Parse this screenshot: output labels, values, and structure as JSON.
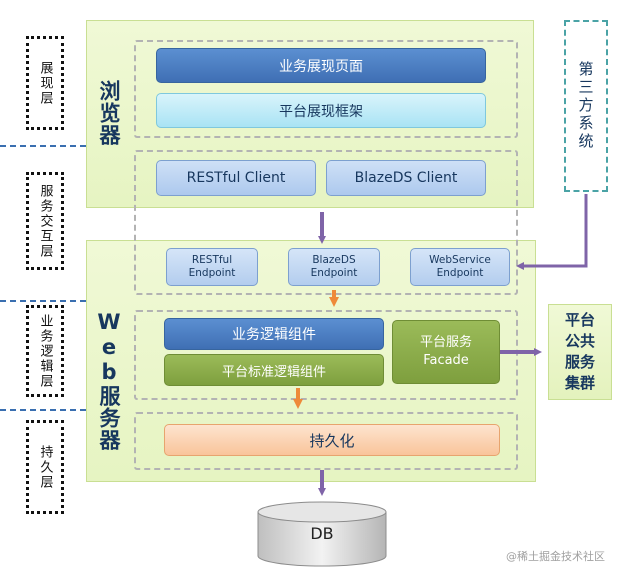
{
  "layers": {
    "presentation": "展现层",
    "service_interaction": "服务交互层",
    "business_logic": "业务逻辑层",
    "persistence": "持久层"
  },
  "browser": {
    "title": "浏览器",
    "business_page": "业务展现页面",
    "platform_framework": "平台展现框架",
    "restful_client": "RESTful Client",
    "blazeds_client": "BlazeDS Client"
  },
  "web_server": {
    "title": "Web服务器",
    "restful_endpoint_l1": "RESTful",
    "restful_endpoint_l2": "Endpoint",
    "blazeds_endpoint_l1": "BlazeDS",
    "blazeds_endpoint_l2": "Endpoint",
    "webservice_endpoint_l1": "WebService",
    "webservice_endpoint_l2": "Endpoint",
    "business_logic_component": "业务逻辑组件",
    "platform_standard_logic": "平台标准逻辑组件",
    "facade_l1": "平台服务",
    "facade_l2": "Facade",
    "persistence": "持久化"
  },
  "third_party": "第三方系统",
  "public_cluster": {
    "line1": "平台",
    "line2": "公共",
    "line3": "服务",
    "line4": "集群"
  },
  "db": "DB",
  "watermark": "@稀土掘金技术社区",
  "colors": {
    "arrow_purple": "#7f64a8",
    "arrow_orange": "#ee8a3a",
    "layer_divider": "#3a6fb0"
  }
}
